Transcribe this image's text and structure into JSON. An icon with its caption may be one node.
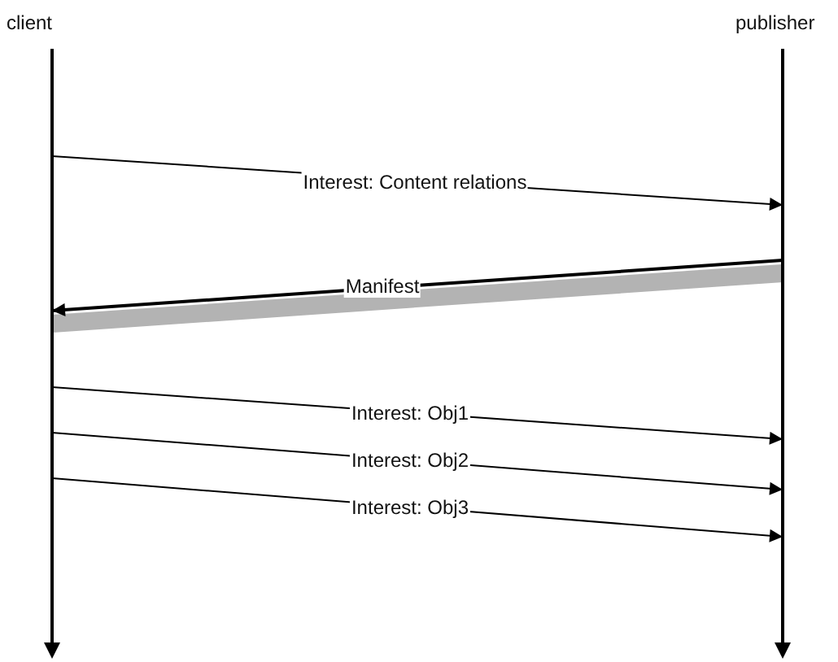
{
  "diagram": {
    "nodes": [
      {
        "text": [
          "client"
        ]
      },
      {
        "text": [
          "publisher"
        ]
      }
    ],
    "edges": [
      {
        "from": 0,
        "to": 1,
        "arrow": "to",
        "label": "Interest: Content relations"
      },
      {
        "from": 1,
        "to": 0,
        "arrow": "to",
        "label": "Manifest",
        "style": "thick",
        "color": "#b3b3b3"
      },
      {
        "from": 0,
        "to": 1,
        "arrow": "to",
        "label": "Interest: Obj1"
      },
      {
        "from": 0,
        "to": 1,
        "arrow": "to",
        "label": "Interest: Obj2"
      },
      {
        "from": 0,
        "to": 1,
        "arrow": "to",
        "label": "Interest: Obj3"
      }
    ]
  }
}
